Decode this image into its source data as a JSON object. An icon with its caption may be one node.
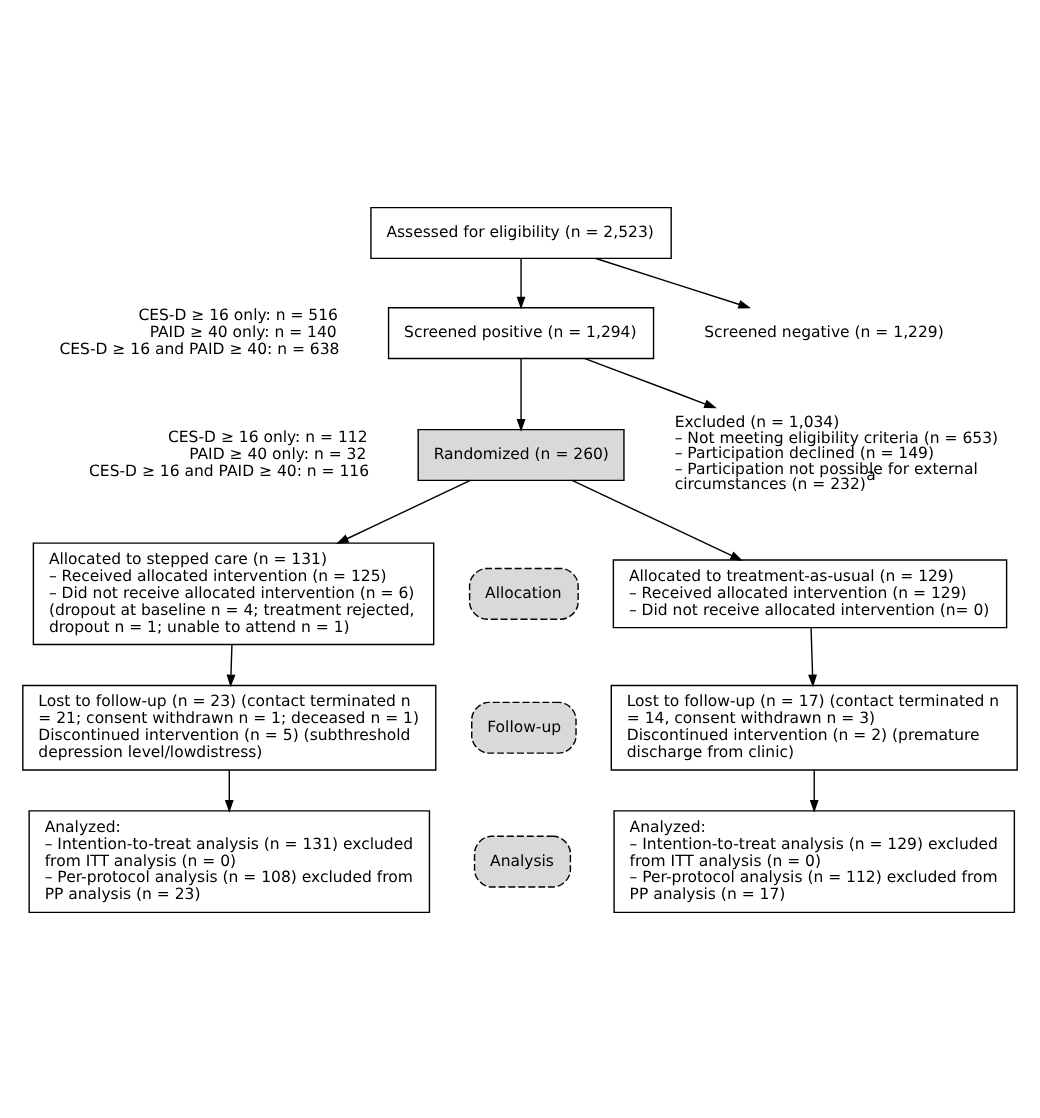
{
  "diagram": {
    "nodes": [
      {
        "text": [
          "Assessed for eligibility (n = 2,523)"
        ]
      },
      {
        "text": [
          "Screened negative (n = 1,229)"
        ]
      },
      {
        "text": [
          "Screened positive (n = 1,294)"
        ],
        "beside": [
          "CES-D ≥ 16 only: n = 516",
          "PAID ≥ 40 only: n = 140",
          "CES-D ≥ 16 and PAID ≥ 40: n = 638"
        ]
      },
      {
        "text": [
          "Excluded (n = 1,034)",
          "– Not meeting eligibility criteria (n = 653)",
          "– Participation declined (n = 149)",
          "– Participation not possible for external circumstances (n = 232)$^{a}$"
        ]
      },
      {
        "text": [
          "Randomized (n = 260)"
        ],
        "beside": [
          "CES-D ≥ 16 only: n = 112",
          "PAID ≥ 40 only: n = 32",
          "CES-D ≥ 16 and PAID ≥ 40: n = 116"
        ]
      },
      {
        "text": [
          "Allocation"
        ]
      },
      {
        "text": [
          "Allocated to stepped care (n = 131)",
          "– Received allocated intervention (n = 125)",
          "– Did not receive allocated intervention (n = 6) (dropout at baseline n = 4; treatment rejected, dropout n = 1; unable to attend n = 1)"
        ]
      },
      {
        "text": [
          "Allocated to treatment-as-usual (n = 129)",
          "– Received allocated intervention (n = 129)",
          "– Did not receive allocated intervention (n= 0)"
        ]
      },
      {
        "text": [
          "Follow-up"
        ]
      },
      {
        "text": [
          "Lost to follow-up (n = 23) (contact terminated n = 21; consent withdrawn n = 1; deceased n = 1)",
          "Discontinued intervention (n = 5) (subthreshold depression level/lowdistress)"
        ]
      },
      {
        "text": [
          "Lost to follow-up (n = 17) (contact terminated n = 14, consent withdrawn n = 3)",
          "Discontinued intervention (n = 2) (premature discharge from clinic)"
        ]
      },
      {
        "text": [
          "Analysis"
        ]
      },
      {
        "text": [
          "Analyzed:",
          "– Intention-to-treat analysis (n = 131) excluded from ITT analysis (n = 0)",
          "– Per-protocol analysis (n = 108) excluded from PP analysis (n = 23)"
        ]
      },
      {
        "text": [
          "Analyzed:",
          "– Intention-to-treat analysis (n = 129) excluded from ITT analysis (n = 0)",
          "– Per-protocol analysis (n = 112) excluded from PP analysis (n = 17)"
        ]
      }
    ],
    "edges": [
      {
        "from": 0,
        "to": 2,
        "arrow": "to"
      },
      {
        "from": 0,
        "to": 1,
        "arrow": "to"
      },
      {
        "from": 2,
        "to": 4,
        "arrow": "to"
      },
      {
        "from": 2,
        "to": 3,
        "arrow": "to"
      },
      {
        "from": 4,
        "to": 6,
        "arrow": "to"
      },
      {
        "from": 4,
        "to": 7,
        "arrow": "to"
      },
      {
        "from": 6,
        "to": 9,
        "arrow": "to"
      },
      {
        "from": 7,
        "to": 10,
        "arrow": "to"
      },
      {
        "from": 9,
        "to": 12,
        "arrow": "to"
      },
      {
        "from": 10,
        "to": 13,
        "arrow": "to"
      }
    ]
  }
}
